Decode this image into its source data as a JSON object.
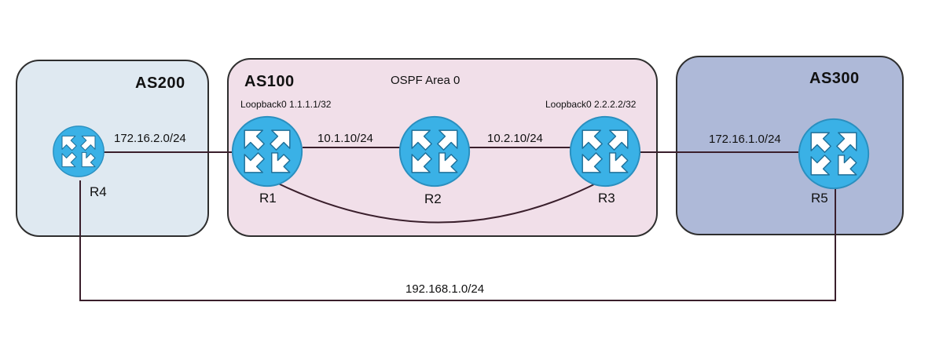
{
  "domains": {
    "as200": {
      "name": "AS200"
    },
    "as100": {
      "name": "AS100",
      "area": "OSPF Area 0"
    },
    "as300": {
      "name": "AS300"
    }
  },
  "routers": {
    "r1": {
      "name": "R1",
      "loopback": "Loopback0 1.1.1.1/32"
    },
    "r2": {
      "name": "R2"
    },
    "r3": {
      "name": "R3",
      "loopback": "Loopback0 2.2.2.2/32"
    },
    "r4": {
      "name": "R4"
    },
    "r5": {
      "name": "R5"
    }
  },
  "links": {
    "r4_r1": "172.16.2.0/24",
    "r1_r2": "10.1.10/24",
    "r2_r3": "10.2.10/24",
    "r3_r5": "172.16.1.0/24",
    "r4_r5": "192.168.1.0/24"
  },
  "colors": {
    "as200_fill": "#dfe9f1",
    "as100_fill": "#f1dfe9",
    "as300_fill": "#aeb9d8",
    "router_fill": "#3ab1e6",
    "link_color": "#3a1f2c"
  }
}
